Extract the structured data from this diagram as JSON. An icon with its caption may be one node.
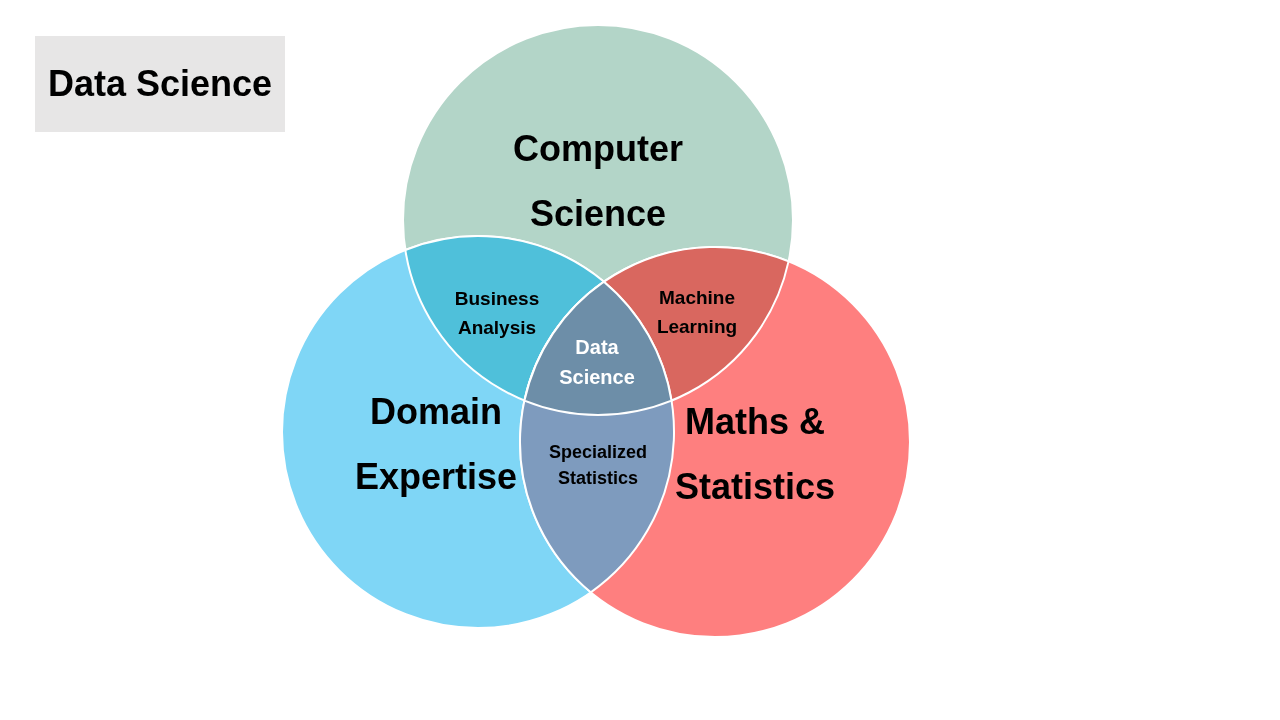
{
  "diagram": {
    "title": "Data Science",
    "nodes": [
      {
        "text": [
          "Computer Science"
        ]
      },
      {
        "text": [
          "Domain Expertise"
        ]
      },
      {
        "text": [
          "Maths & Statistics"
        ]
      },
      {
        "text": [
          "Business Analysis"
        ]
      },
      {
        "text": [
          "Machine Learning"
        ]
      },
      {
        "text": [
          "Data Science"
        ]
      },
      {
        "text": [
          "Specialized Statistics"
        ]
      }
    ],
    "edges": []
  }
}
